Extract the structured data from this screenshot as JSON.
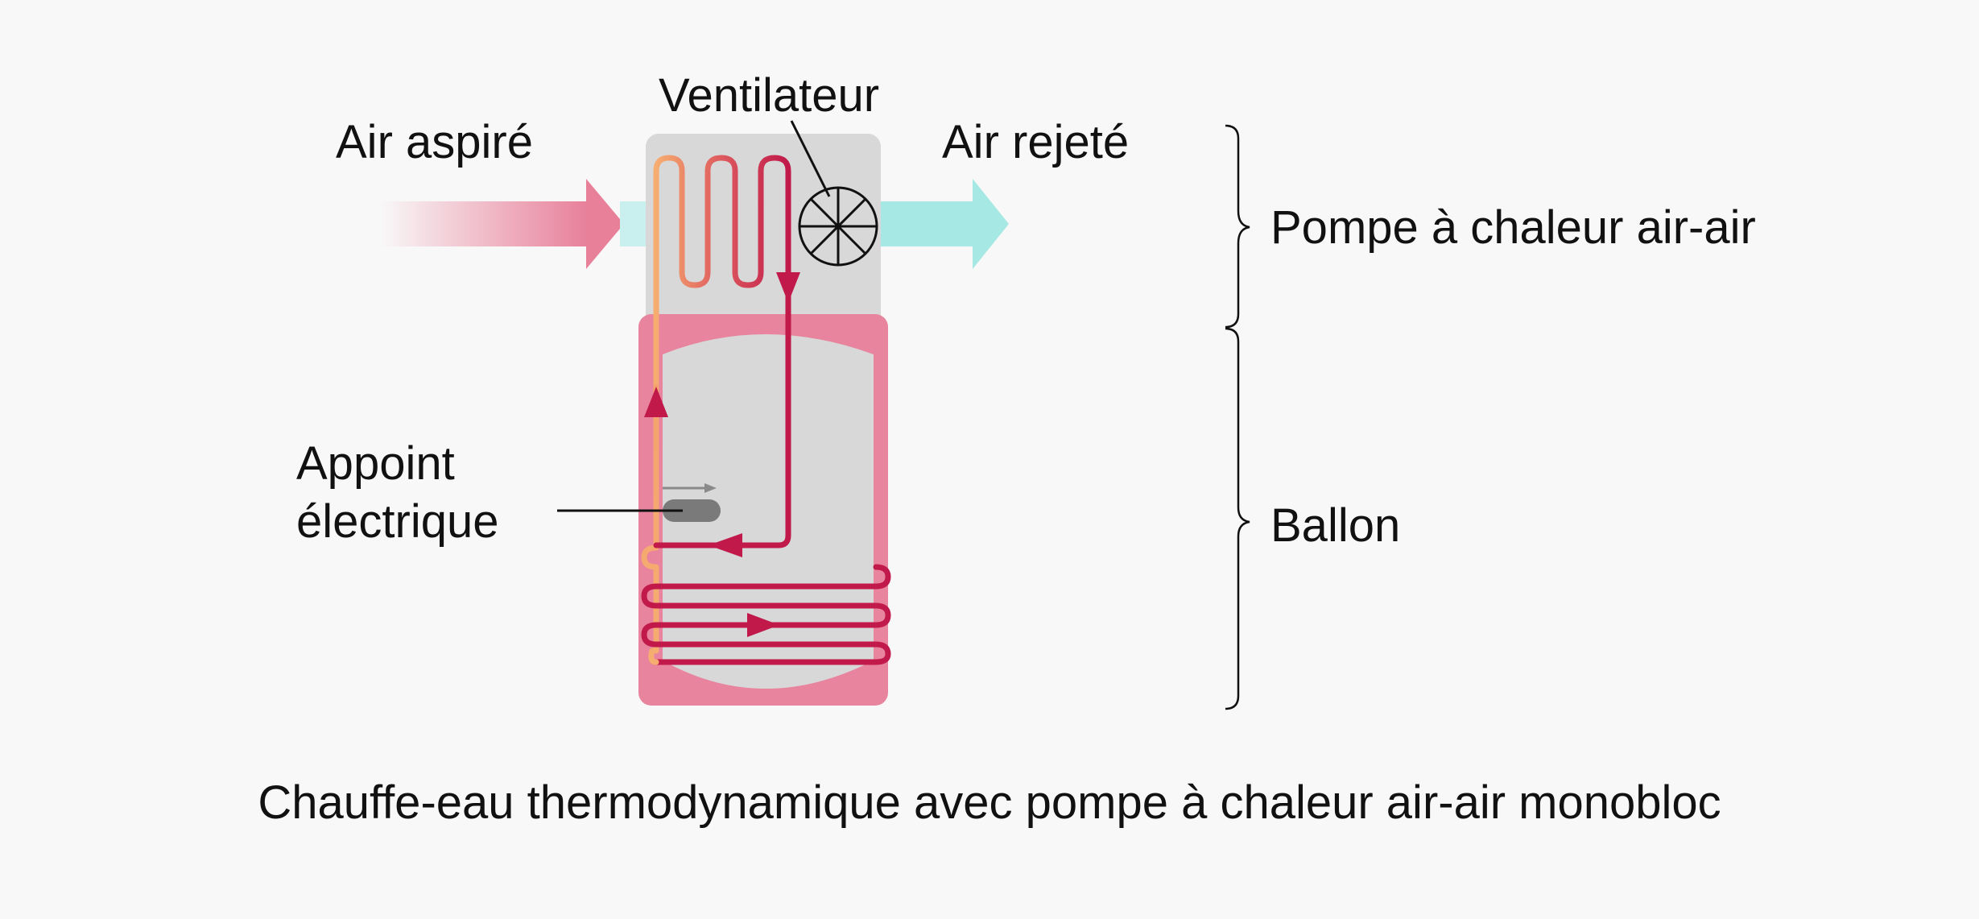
{
  "labels": {
    "air_in": "Air aspiré",
    "fan": "Ventilateur",
    "air_out": "Air rejeté",
    "heat_pump": "Pompe à chaleur air-air",
    "tank": "Ballon",
    "backup_line1": "Appoint",
    "backup_line2": "électrique",
    "caption": "Chauffe-eau thermodynamique avec pompe à chaleur air-air monobloc"
  },
  "colors": {
    "background": "#f8f8f8",
    "air_in_arrow": "#e8809a",
    "air_out_arrow": "#a6e8e4",
    "tank_shell": "#e8849e",
    "unit_body": "#d8d8d8",
    "circuit": "#c0194a",
    "circuit_warm": "#f6ad70",
    "heater": "#7a7a7a"
  }
}
